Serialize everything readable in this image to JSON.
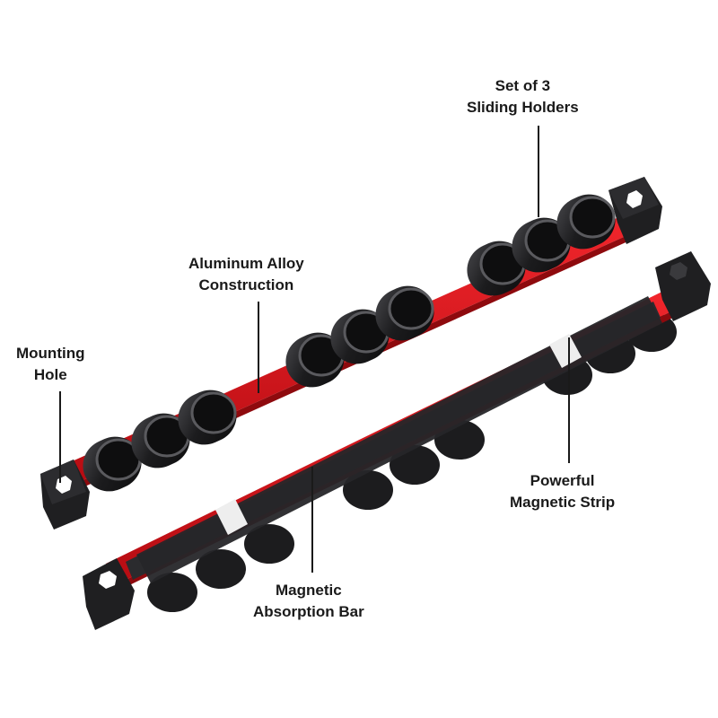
{
  "callouts": {
    "sliding_holders": {
      "line1": "Set of 3",
      "line2": "Sliding Holders"
    },
    "aluminum_alloy": {
      "line1": "Aluminum Alloy",
      "line2": "Construction"
    },
    "mounting_hole": {
      "line1": "Mounting",
      "line2": "Hole"
    },
    "magnetic_strip": {
      "line1": "Powerful",
      "line2": "Magnetic Strip"
    },
    "absorption_bar": {
      "line1": "Magnetic",
      "line2": "Absorption Bar"
    }
  },
  "colors": {
    "rail_red": "#e0141b",
    "rail_dark_red": "#9e0a10",
    "socket_black": "#1c1c1e",
    "strip_dark": "#2b2b2e",
    "end_cap": "#222224"
  }
}
